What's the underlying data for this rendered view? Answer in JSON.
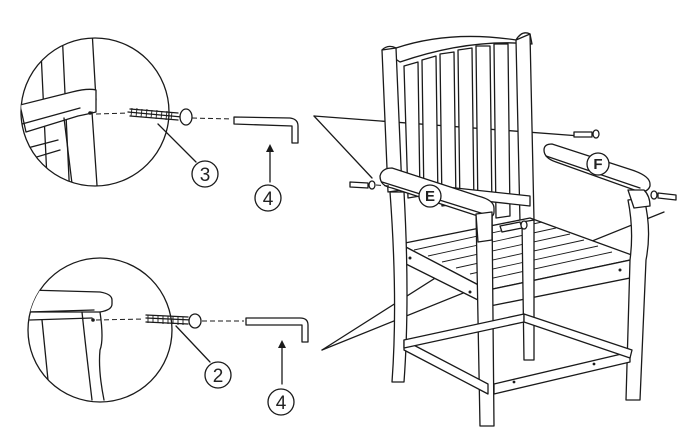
{
  "callouts": {
    "screw_top": "3",
    "wrench_top": "4",
    "screw_bottom": "2",
    "wrench_bottom": "4"
  },
  "part_labels": {
    "left_arm": "E",
    "right_arm": "F"
  },
  "colors": {
    "line": "#1a1a1a",
    "background": "#ffffff"
  }
}
